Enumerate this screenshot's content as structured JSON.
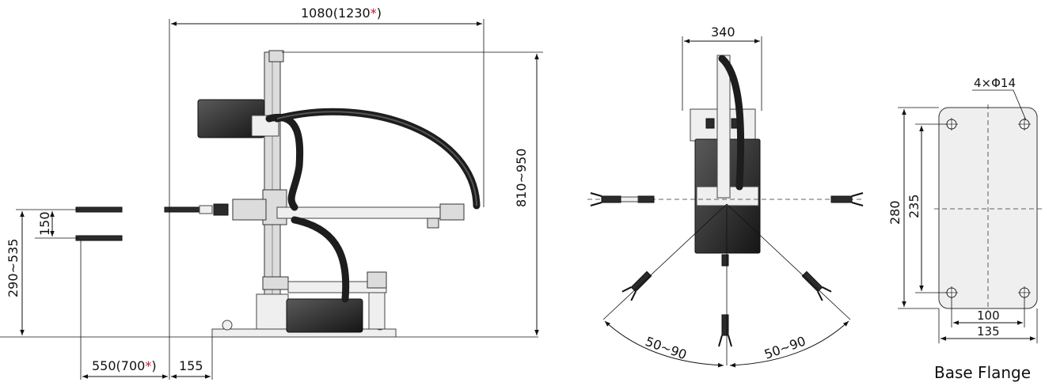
{
  "side_view": {
    "overall_width": "1080(1230",
    "overall_width_ast": "*",
    "overall_width_close": ")",
    "height_range": "810~950",
    "stroke_pitch": "150",
    "pick_height": "290~535",
    "reach_near": "550(700",
    "reach_near_ast": "*",
    "reach_near_close": ")",
    "base_offset": "155"
  },
  "top_view": {
    "body_width": "340",
    "swing_left": "50~90",
    "swing_right": "50~90"
  },
  "base_flange": {
    "holes": "4×Φ14",
    "outer_height": "280",
    "hole_pitch_y": "235",
    "hole_pitch_x": "100",
    "outer_width": "135",
    "title": "Base Flange"
  },
  "colors": {
    "asterisk": "#c8102e",
    "line": "#111111",
    "body": "#2b2b2b",
    "frame": "#dcdcdc"
  }
}
